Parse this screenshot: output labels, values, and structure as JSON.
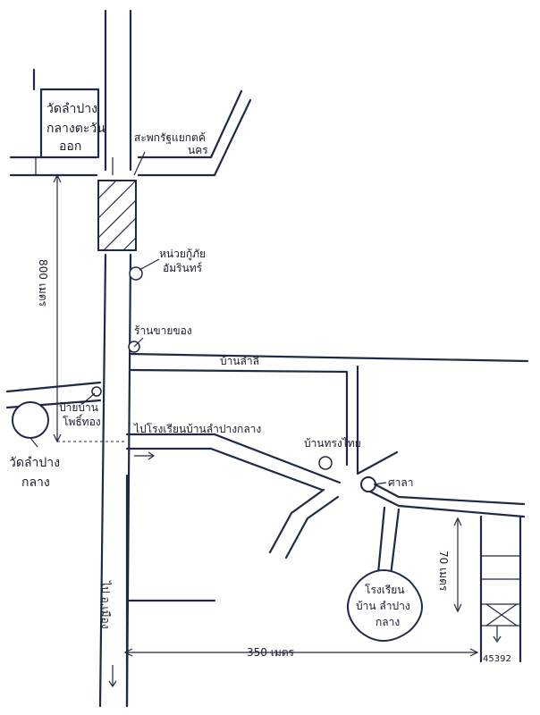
{
  "labels": {
    "temple_east": [
      "วัดลำปาง",
      "กลางตะวัน",
      "ออก"
    ],
    "bank": [
      "สะพกรัฐแยกตค้",
      "นคร"
    ],
    "station": [
      "หน่วยกู้ภัย",
      "อัมรินทร์"
    ],
    "shop": "ร้านขายของ",
    "village_road": "บ้านลำลี",
    "village_sign": [
      "ป้ายบ้าน",
      "โพธิ์ทอง"
    ],
    "temple_main": [
      "วัดลำปาง",
      "กลาง"
    ],
    "direction_school": "ไปโรงเรียนบ้านลำปางกลาง",
    "distance_800": "800 เมตร",
    "thai_house": "บ้านทรงไทย",
    "sala": "ศาลา",
    "distance_70": "70 เมตร",
    "school": [
      "โรงเรียน",
      "บ้าน ลำปาง",
      "กลาง"
    ],
    "distance_350": "350 เมตร",
    "to_district": "ไป อ.เมือง",
    "corner_code": "45392"
  },
  "colors": {
    "ink": "#1f2a44"
  }
}
